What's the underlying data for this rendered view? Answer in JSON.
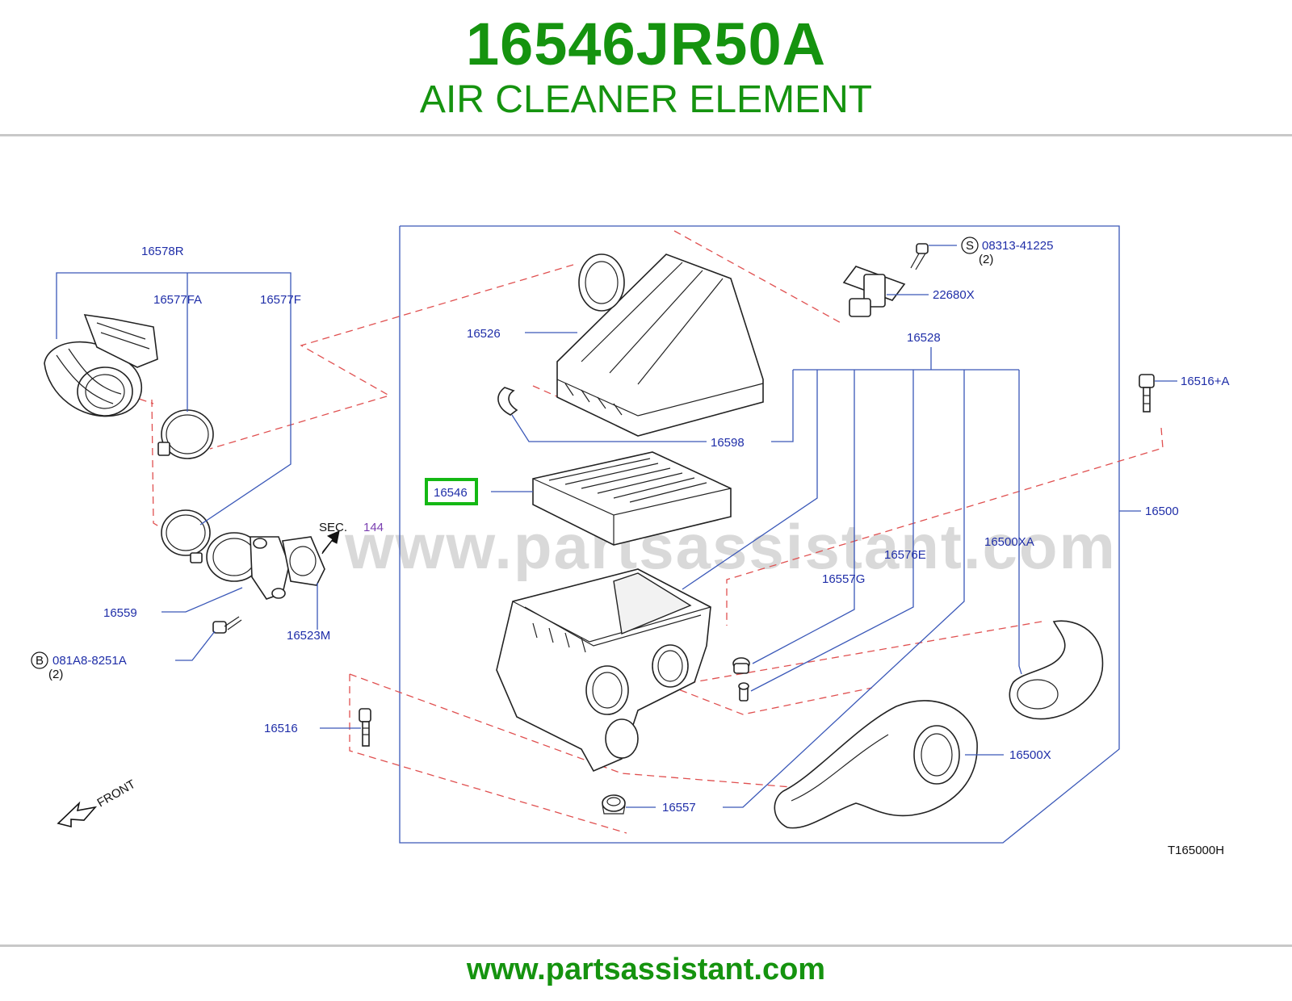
{
  "header": {
    "part_number": "16546JR50A",
    "description": "AIR CLEANER ELEMENT"
  },
  "footer": {
    "url": "www.partsassistant.com"
  },
  "diagram": {
    "watermark": "www.partsassistant.com",
    "code": "T165000H",
    "front_label": "FRONT",
    "sec_label": "SEC.",
    "sec_number": "144",
    "highlighted_part": "16546",
    "labels": {
      "p16578R": "16578R",
      "p16577FA": "16577FA",
      "p16577F": "16577F",
      "p16559": "16559",
      "p16523M": "16523M",
      "p081A8": "081A8-8251A",
      "p081A8_qty": "(2)",
      "p081A8_sym": "B",
      "p16516": "16516",
      "p16526": "16526",
      "p16598": "16598",
      "p16546": "16546",
      "p16528": "16528",
      "p08313": "08313-41225",
      "p08313_qty": "(2)",
      "p08313_sym": "S",
      "p22680X": "22680X",
      "p16516A": "16516+A",
      "p16500": "16500",
      "p16500XA": "16500XA",
      "p16576E": "16576E",
      "p16557G": "16557G",
      "p16557": "16557",
      "p16500X": "16500X"
    }
  }
}
